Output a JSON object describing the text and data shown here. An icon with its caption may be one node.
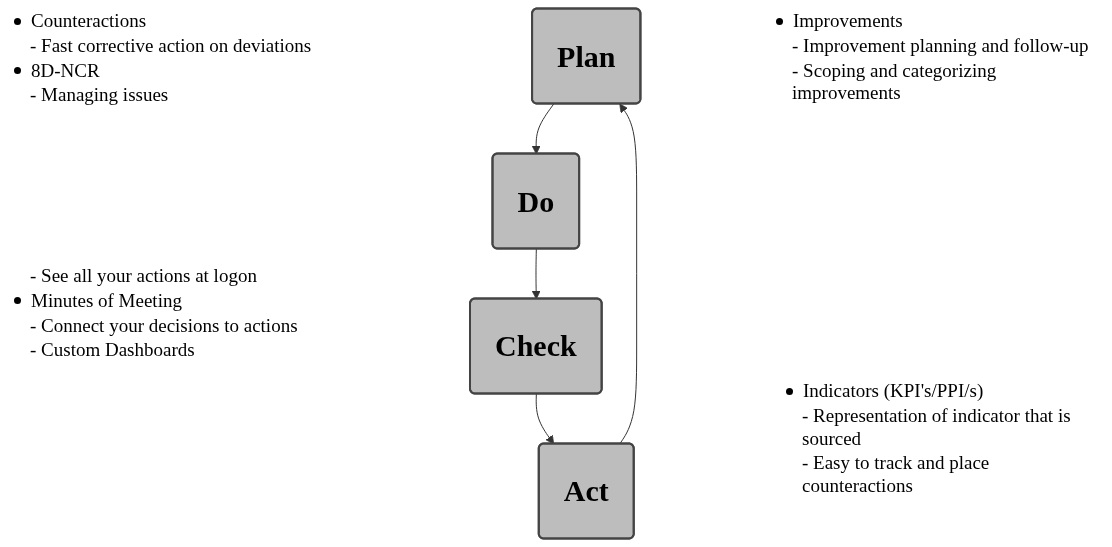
{
  "diagram": {
    "nodes": [
      {
        "text": [
          "Plan"
        ]
      },
      {
        "text": [
          "Do"
        ]
      },
      {
        "text": [
          "Check"
        ]
      },
      {
        "text": [
          "Act"
        ]
      }
    ],
    "edges": [
      {
        "from": 0,
        "to": 1,
        "arrow": "to"
      },
      {
        "from": 1,
        "to": 2,
        "arrow": "to"
      },
      {
        "from": 2,
        "to": 3,
        "arrow": "to"
      },
      {
        "from": 3,
        "to": 0,
        "arrow": "to"
      }
    ],
    "labels": [
      "Counteractions",
      "- Fast corrective action on deviations",
      "8D-NCR",
      "- Managing issues",
      "Improvements",
      "- Improvement planning and follow-up",
      "- Scoping and categorizing improvements",
      "- See all your actions at logon",
      "Minutes of Meeting",
      "- Connect your decisions to actions",
      "- Custom Dashboards",
      "Indicators (KPI's/PPI/s)",
      "- Representation of indicator that is sourced",
      "- Easy to track and place counteractions"
    ]
  }
}
